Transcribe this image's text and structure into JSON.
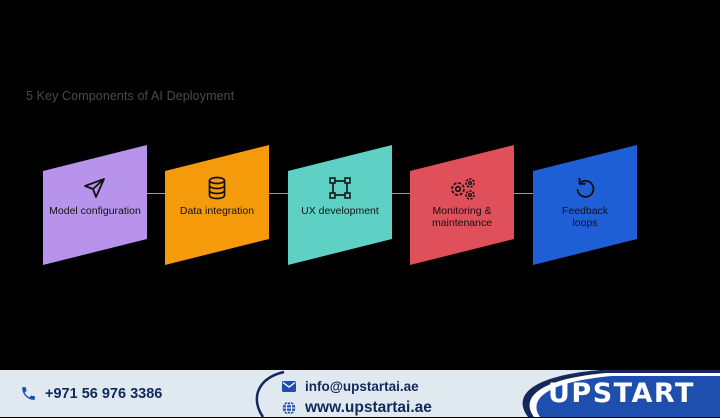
{
  "title": "5 Key Components of AI Deployment",
  "steps": [
    {
      "label": "Model configuration",
      "icon": "paper-plane-icon",
      "color": "#b893ec"
    },
    {
      "label": "Data integration",
      "icon": "database-icon",
      "color": "#f59a0b"
    },
    {
      "label": "UX development",
      "icon": "vector-square-icon",
      "color": "#5fd1c4"
    },
    {
      "label": "Monitoring & maintenance",
      "icon": "gears-icon",
      "color": "#e0505a"
    },
    {
      "label": "Feedback loops",
      "icon": "refresh-icon",
      "color": "#1f5fd6"
    }
  ],
  "footer": {
    "phone": "+971 56 976 3386",
    "email": "info@upstartai.ae",
    "website": "www.upstartai.ae",
    "brand": "UPSTART",
    "colors": {
      "footer_bg": "#dfe9ef",
      "navy": "#14285a",
      "brand_blue": "#1e4fae"
    }
  }
}
